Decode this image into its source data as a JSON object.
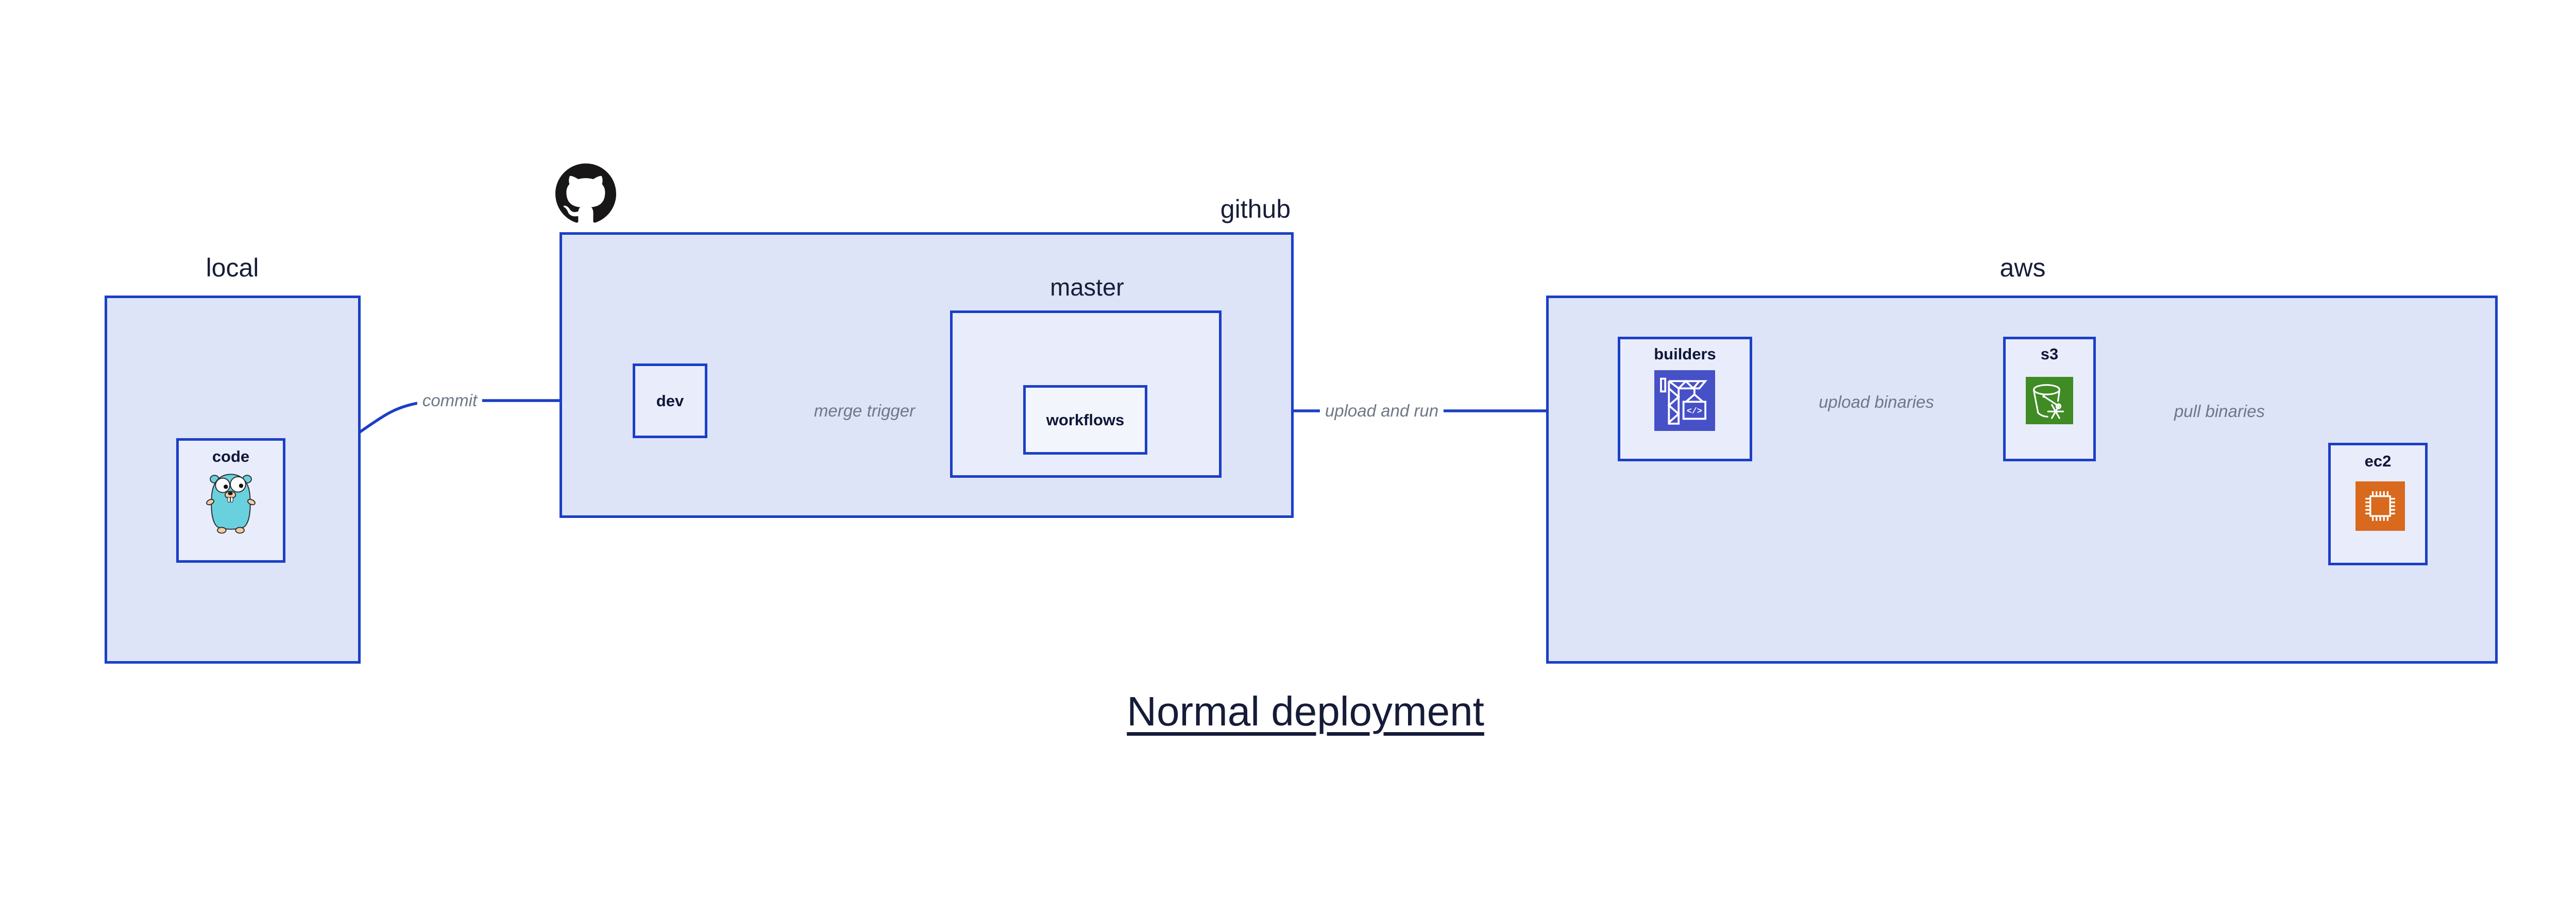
{
  "diagram": {
    "title": "Normal deployment",
    "kind": "deployment-flow-diagram"
  },
  "colors": {
    "canvas_bg": "#ffffff",
    "outline_blue": "#1b3fc6",
    "arrow_blue": "#1b3fc6",
    "container_fill": "#dee4f8",
    "node_fill": "#e9edfb",
    "inner_node_fill": "#f3f5fd",
    "heading_navy": "#181e38",
    "node_label_navy": "#101638",
    "edge_label_gray": "#6f7787",
    "github_logo_black": "#181616",
    "builders_icon_bg": "#4650c7",
    "s3_icon_bg": "#3f8b24",
    "ec2_icon_bg": "#d8691d",
    "gopher_teal": "#69d1dd"
  },
  "containers": {
    "local": {
      "label": "local"
    },
    "github": {
      "label": "github",
      "logo_icon": "github-octocat-icon"
    },
    "master": {
      "label": "master"
    },
    "aws": {
      "label": "aws"
    }
  },
  "nodes": {
    "code": {
      "label": "code",
      "icon": "go-gopher-icon"
    },
    "dev": {
      "label": "dev"
    },
    "workflows": {
      "label": "workflows"
    },
    "builders": {
      "label": "builders",
      "icon": "construction-crane-icon",
      "icon_glyph": "</>"
    },
    "s3": {
      "label": "s3",
      "icon": "bucket-snowflake-icon"
    },
    "ec2": {
      "label": "ec2",
      "icon": "cpu-chip-icon"
    }
  },
  "edges": {
    "commit": {
      "label": "commit",
      "from": "code",
      "to": "dev"
    },
    "merge_trigger": {
      "label": "merge trigger",
      "from": "dev",
      "to": "workflows"
    },
    "upload_and_run": {
      "label": "upload and run",
      "from": "workflows",
      "to": "builders"
    },
    "upload_binaries": {
      "label": "upload binaries",
      "from": "builders",
      "to": "s3"
    },
    "pull_binaries": {
      "label": "pull binaries",
      "from": "s3",
      "to": "ec2"
    }
  }
}
